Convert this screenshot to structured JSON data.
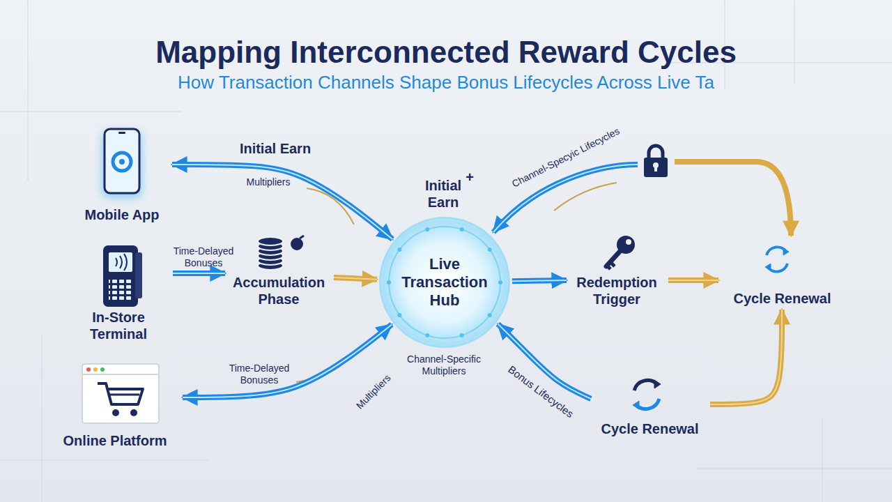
{
  "diagram": {
    "title": "Mapping Interconnected Reward Cycles",
    "nodes": [
      {
        "text": [
          "Mobile App"
        ]
      },
      {
        "text": [
          "In-Store Terminal"
        ]
      },
      {
        "text": [
          "Online Platform"
        ]
      },
      {
        "text": [
          "Accumulation Phase"
        ]
      },
      {
        "text": [
          "Live Transaction Hub"
        ]
      },
      {
        "text": [
          "Redemption Trigger"
        ]
      },
      {
        "text": [
          "Cycle Renewal"
        ]
      },
      {
        "text": [
          "Cycle Renewal"
        ]
      }
    ],
    "edges": [
      {
        "from": 4,
        "to": 0,
        "arrow": "both",
        "label": "Initial Earn"
      },
      {
        "from": 1,
        "to": 3,
        "arrow": "to",
        "label": "Time-Delayed Bonuses"
      },
      {
        "from": 3,
        "to": 4,
        "arrow": "to"
      },
      {
        "from": 4,
        "to": 2,
        "arrow": "both",
        "label": "Time-Delayed Bonuses"
      },
      {
        "from": 4,
        "to": 5,
        "arrow": "to"
      },
      {
        "from": 5,
        "to": 6,
        "arrow": "to"
      },
      {
        "from": 7,
        "to": 4,
        "arrow": "to",
        "label": "Bonus Lifecycles"
      },
      {
        "from": 7,
        "to": 6,
        "arrow": "to"
      }
    ],
    "labels": [
      "How Transaction Channels Shape Bonus Lifecycles Across Live Ta",
      "Multipliers",
      "Initial Earn",
      "+",
      "Channel-Specyic Lifecycles",
      "Channel-Specific Multipliers",
      "Multipliers"
    ]
  }
}
